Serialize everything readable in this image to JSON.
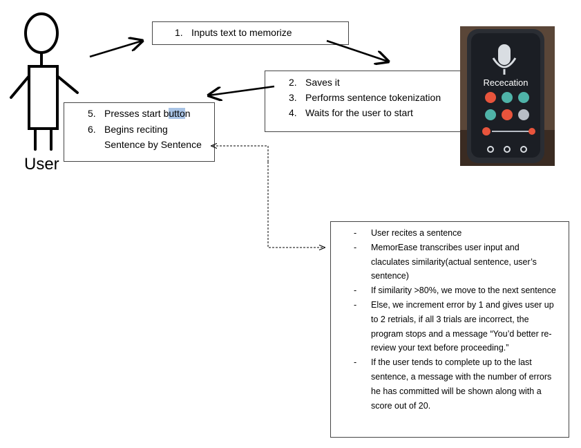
{
  "actor": {
    "label": "User"
  },
  "box1": {
    "steps": [
      {
        "num": "1.",
        "text": "Inputs text to memorize"
      }
    ]
  },
  "box2": {
    "steps": [
      {
        "num": "2.",
        "text": "Saves it"
      },
      {
        "num": "3.",
        "text": "Performs sentence tokenization"
      },
      {
        "num": "4.",
        "text": "Waits for the user to start"
      }
    ]
  },
  "box3": {
    "steps": [
      {
        "num": "5.",
        "text_prefix": "Presses start b",
        "text_highlight": "utto",
        "text_suffix": "n"
      },
      {
        "num": "6.",
        "text": "Begins reciting"
      },
      {
        "num": "",
        "text": "Sentence by Sentence"
      }
    ]
  },
  "phone": {
    "screen_text": "Rececation"
  },
  "rules": {
    "items": [
      "User recites a sentence",
      "MemorEase transcribes user input and claculates similarity(actual sentence, user’s sentence)",
      "If similarity >80%, we move to the next sentence",
      "Else, we increment error by 1 and gives user up to 2 retrials,  if all 3 trials are incorrect, the program stops and a message “You’d better re-review your text before proceeding.”",
      "If the user tends to complete up to the last sentence, a message with the number of errors he has committed will be shown along with a score out of 20."
    ]
  },
  "colors": {
    "highlight": "#a9c4e6",
    "border": "#444444",
    "phone_accent": "#e8543c",
    "phone_teal": "#4fb3a8"
  }
}
